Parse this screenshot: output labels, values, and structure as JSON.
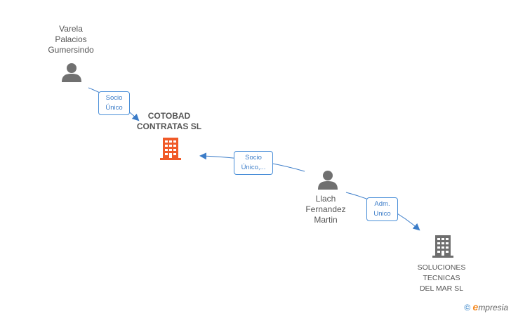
{
  "nodes": {
    "person1": {
      "lines": [
        "Varela",
        "Palacios",
        "Gumersindo"
      ],
      "icon": "person-icon"
    },
    "company1": {
      "lines": [
        "COTOBAD",
        "CONTRATAS SL"
      ],
      "icon": "building-icon",
      "color": "#f05a28"
    },
    "person2": {
      "lines": [
        "Llach",
        "Fernandez",
        "Martin"
      ],
      "icon": "person-icon"
    },
    "company2": {
      "lines": [
        "SOLUCIONES",
        "TECNICAS",
        "DEL MAR SL"
      ],
      "icon": "building-icon",
      "color": "#6e6e6e"
    }
  },
  "edges": {
    "e1": {
      "lines": [
        "Socio",
        "Único"
      ]
    },
    "e2": {
      "lines": [
        "Socio",
        "Único,..."
      ]
    },
    "e3": {
      "lines": [
        "Adm.",
        "Unico"
      ]
    }
  },
  "colors": {
    "edge": "#3b7cc8",
    "person": "#707070"
  },
  "footer": {
    "copyright": "©",
    "brand_initial": "e",
    "brand_rest": "mpresia"
  }
}
